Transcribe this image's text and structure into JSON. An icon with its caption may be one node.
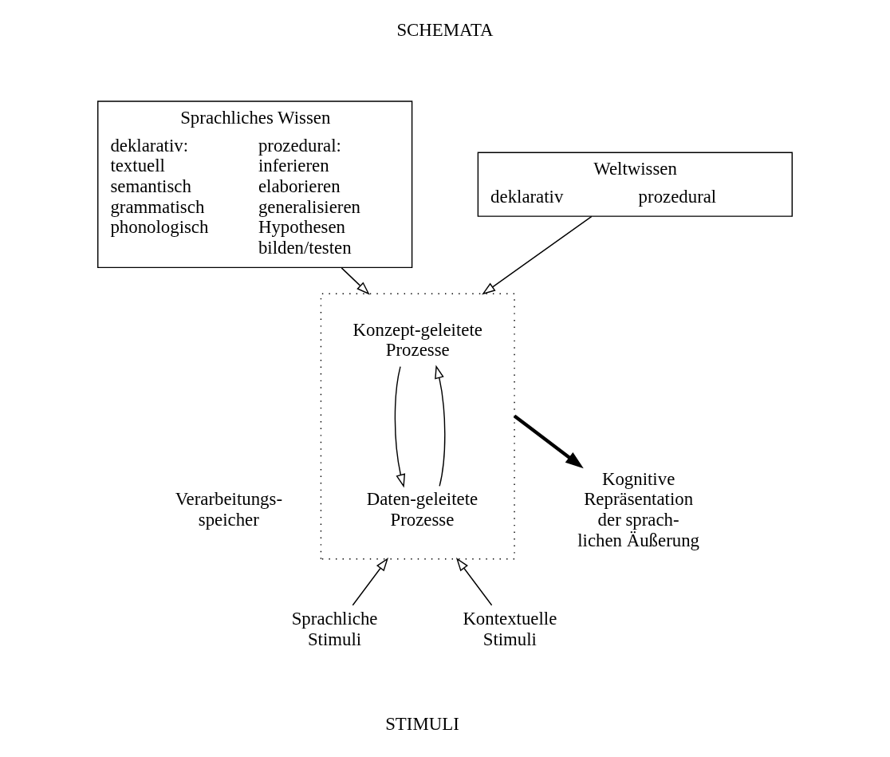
{
  "diagram": {
    "nodes": [
      {
        "text": [
          "Sprachliches Wissen",
          "deklarativ: textuell semantisch grammatisch phonologisch",
          "prozedural: inferieren elaborieren generalisieren Hypothesen bilden/testen"
        ]
      },
      {
        "text": [
          "Weltwissen",
          "deklarativ",
          "prozedural"
        ]
      },
      {
        "text": [],
        "shape": "box"
      },
      {
        "text": [
          "Konzept-geleitete Prozesse"
        ],
        "in": 2
      },
      {
        "text": [
          "Daten-geleitete Prozesse"
        ],
        "in": 2
      },
      {
        "text": [
          "Kognitive Repräsentation der sprach- lichen Äußerung"
        ]
      },
      {
        "text": [
          "Sprachliche Stimuli"
        ]
      },
      {
        "text": [
          "Kontextuelle Stimuli"
        ]
      }
    ],
    "edges": [
      {
        "from": 0,
        "to": 2,
        "arrow": "to"
      },
      {
        "from": 1,
        "to": 2,
        "arrow": "to"
      },
      {
        "from": 4,
        "to": 3,
        "arrow": "to"
      },
      {
        "from": 3,
        "to": 4,
        "arrow": "to"
      },
      {
        "from": 2,
        "to": 5,
        "arrow": "to",
        "style": "thick"
      },
      {
        "from": 6,
        "to": 2,
        "arrow": "to"
      },
      {
        "from": 7,
        "to": 2,
        "arrow": "to"
      }
    ],
    "labels": [
      "SCHEMATA",
      "Verarbeitungs- speicher",
      "STIMULI"
    ]
  }
}
